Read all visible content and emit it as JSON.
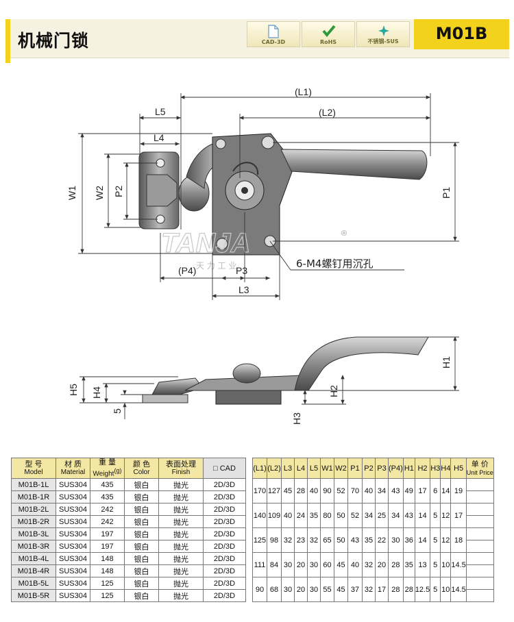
{
  "header": {
    "title": "机械门锁",
    "badges": [
      {
        "label": "CAD-3D",
        "icon": "document-icon"
      },
      {
        "label": "RoHS",
        "icon": "check-icon"
      },
      {
        "label": "不锈钢-SUS",
        "icon": "sparkle-icon"
      }
    ],
    "model_code": "M01B",
    "accent_color": "#f2d21c"
  },
  "drawing": {
    "top_labels": {
      "L1": "(L1)",
      "L2": "(L2)",
      "L5": "L5",
      "L4": "L4",
      "W1": "W1",
      "W2": "W2",
      "P2": "P2",
      "P1": "P1",
      "P4": "(P4)",
      "P3": "P3",
      "L3": "L3"
    },
    "screw_note": "6-M4螺钉用沉孔",
    "watermark": "TANJA",
    "watermark_sub": "天 力 工 业",
    "side_labels": {
      "H1": "H1",
      "H2": "H2",
      "H3": "H3",
      "H4": "H4",
      "H5": "H5",
      "five": "5"
    }
  },
  "table": {
    "headers": [
      {
        "cn": "型 号",
        "en": "Model"
      },
      {
        "cn": "材 质",
        "en": "Material"
      },
      {
        "cn": "重 量",
        "en": "Weight",
        "unit": "(g)"
      },
      {
        "cn": "颜 色",
        "en": "Color"
      },
      {
        "cn": "表面处理",
        "en": "Finish"
      },
      {
        "cn": "CAD",
        "en": ""
      }
    ],
    "dim_headers": [
      "(L1)",
      "(L2)",
      "L3",
      "L4",
      "L5",
      "W1",
      "W2",
      "P1",
      "P2",
      "P3",
      "(P4)",
      "H1",
      "H2",
      "H3",
      "H4",
      "H5"
    ],
    "price_header": {
      "cn": "单 价",
      "en": "Unit Price"
    },
    "rows": [
      {
        "model": "M01B-1L",
        "material": "SUS304",
        "weight": "435",
        "color": "银白",
        "finish": "抛光",
        "cad": "2D/3D"
      },
      {
        "model": "M01B-1R",
        "material": "SUS304",
        "weight": "435",
        "color": "银白",
        "finish": "抛光",
        "cad": "2D/3D"
      },
      {
        "model": "M01B-2L",
        "material": "SUS304",
        "weight": "242",
        "color": "银白",
        "finish": "抛光",
        "cad": "2D/3D"
      },
      {
        "model": "M01B-2R",
        "material": "SUS304",
        "weight": "242",
        "color": "银白",
        "finish": "抛光",
        "cad": "2D/3D"
      },
      {
        "model": "M01B-3L",
        "material": "SUS304",
        "weight": "197",
        "color": "银白",
        "finish": "抛光",
        "cad": "2D/3D"
      },
      {
        "model": "M01B-3R",
        "material": "SUS304",
        "weight": "197",
        "color": "银白",
        "finish": "抛光",
        "cad": "2D/3D"
      },
      {
        "model": "M01B-4L",
        "material": "SUS304",
        "weight": "148",
        "color": "银白",
        "finish": "抛光",
        "cad": "2D/3D"
      },
      {
        "model": "M01B-4R",
        "material": "SUS304",
        "weight": "148",
        "color": "银白",
        "finish": "抛光",
        "cad": "2D/3D"
      },
      {
        "model": "M01B-5L",
        "material": "SUS304",
        "weight": "125",
        "color": "银白",
        "finish": "抛光",
        "cad": "2D/3D"
      },
      {
        "model": "M01B-5R",
        "material": "SUS304",
        "weight": "125",
        "color": "银白",
        "finish": "抛光",
        "cad": "2D/3D"
      }
    ],
    "dim_groups": [
      [
        "170",
        "127",
        "45",
        "28",
        "40",
        "90",
        "52",
        "70",
        "40",
        "34",
        "43",
        "49",
        "17",
        "6",
        "14",
        "19"
      ],
      [
        "140",
        "109",
        "40",
        "24",
        "35",
        "80",
        "50",
        "52",
        "34",
        "25",
        "34",
        "43",
        "14",
        "5",
        "12",
        "17"
      ],
      [
        "125",
        "98",
        "32",
        "23",
        "32",
        "65",
        "50",
        "43",
        "35",
        "22",
        "30",
        "36",
        "14",
        "5",
        "12",
        "18"
      ],
      [
        "111",
        "84",
        "30",
        "20",
        "30",
        "60",
        "45",
        "40",
        "32",
        "20",
        "28",
        "35",
        "13",
        "5",
        "10",
        "14.5"
      ],
      [
        "90",
        "68",
        "30",
        "20",
        "30",
        "55",
        "45",
        "37",
        "32",
        "17",
        "28",
        "28",
        "12.5",
        "5",
        "10",
        "14.5"
      ]
    ]
  }
}
